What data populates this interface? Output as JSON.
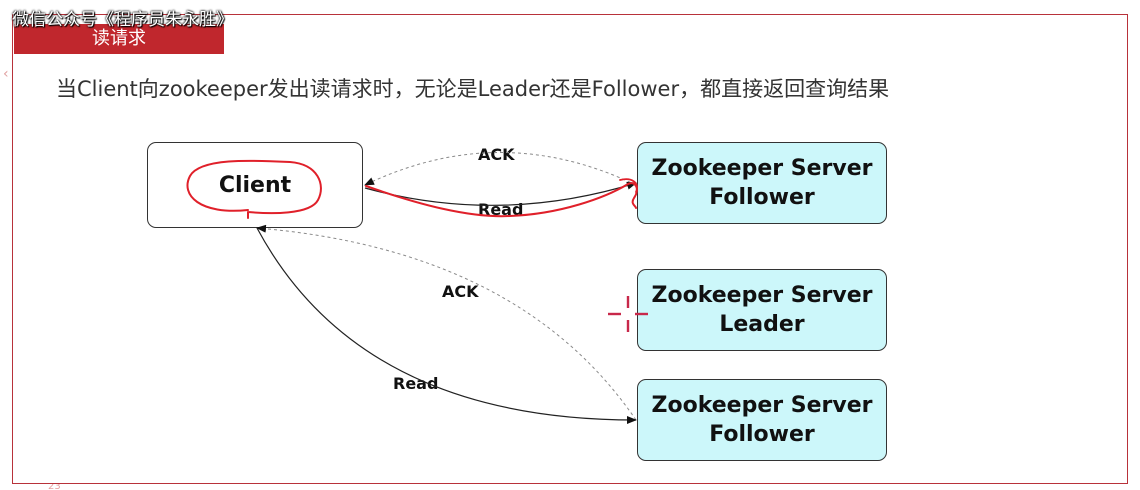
{
  "watermark": "微信公众号《程序员朱永胜》",
  "slide": {
    "section_tag": "读请求",
    "headline": "当Client向zookeeper发出读请求时，无论是Leader还是Follower，都直接返回查询结果",
    "page_number": "23"
  },
  "nodes": {
    "client": "Client",
    "server_follower_top": "Zookeeper Server\nFollower",
    "server_leader": "Zookeeper Server\nLeader",
    "server_follower_bottom": "Zookeeper Server\nFollower"
  },
  "edges": {
    "top_ack": "ACK",
    "top_read": "Read",
    "bottom_ack": "ACK",
    "bottom_read": "Read"
  },
  "colors": {
    "accent_red": "#c0272d",
    "server_fill": "#ccf7fa",
    "annotation_red": "#e0202a",
    "frame": "#b8323a"
  }
}
